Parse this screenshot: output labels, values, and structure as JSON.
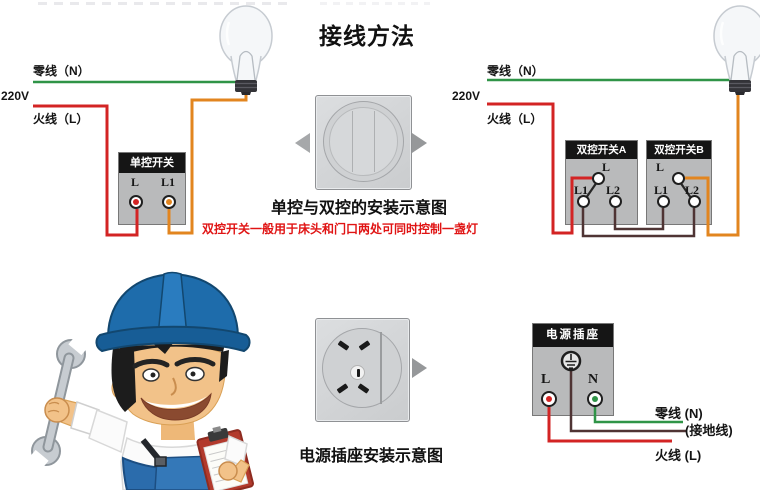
{
  "title": "接线方法",
  "colors": {
    "neutral_wire": "#2f9447",
    "live_wire": "#d32424",
    "lamp_wire": "#e2851f",
    "traveler_wire": "#4f3434",
    "note_text": "#e01414"
  },
  "left_circuit": {
    "neutral_label": "零线（N）",
    "voltage_label": "220V",
    "live_label": "火线（L）",
    "switch_title": "单控开关",
    "terminal_l": "L",
    "terminal_l1": "L1"
  },
  "right_circuit": {
    "neutral_label": "零线（N）",
    "voltage_label": "220V",
    "live_label": "火线（L）",
    "switch_a_title": "双控开关A",
    "switch_b_title": "双控开关B",
    "terminal_l": "L",
    "terminal_l1": "L1",
    "terminal_l2": "L2"
  },
  "captions": {
    "switch_install": "单控与双控的安装示意图",
    "note": "双控开关一般用于床头和门口两处可同时控制一盏灯",
    "outlet_install": "电源插座安装示意图"
  },
  "outlet_circuit": {
    "box_title": "电源插座",
    "terminal_live": "L",
    "terminal_neutral": "N",
    "neutral_label": "零线 (N)",
    "ground_label": "(接地线)",
    "live_label": "火线 (L)"
  }
}
